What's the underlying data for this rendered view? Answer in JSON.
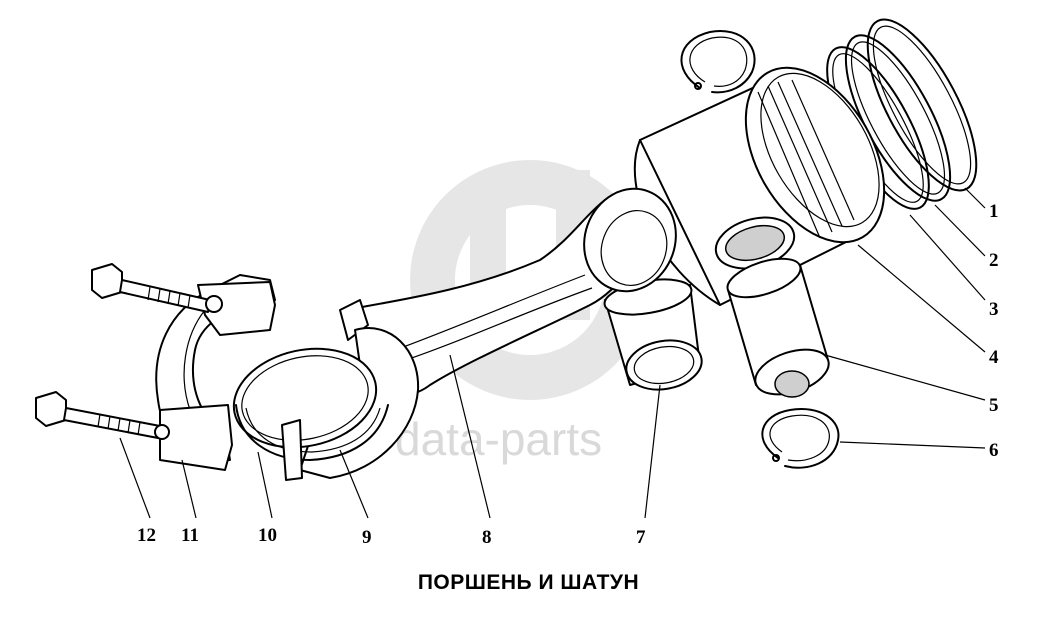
{
  "caption": "ПОРШЕНЬ И ШАТУН",
  "watermark": "data-parts",
  "callouts": [
    "1",
    "2",
    "3",
    "4",
    "5",
    "6",
    "7",
    "8",
    "9",
    "10",
    "11",
    "12"
  ],
  "colors": {
    "line": "#000000",
    "background": "#ffffff",
    "watermark": "#d9d9d9"
  }
}
